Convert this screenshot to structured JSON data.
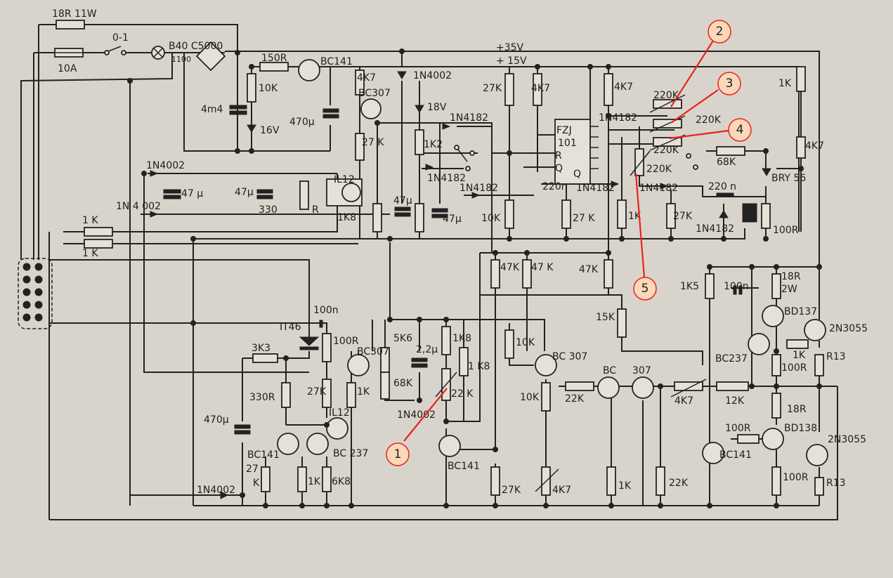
{
  "labels": {
    "r_18r_11w": "18R 11W",
    "sw": "0-1",
    "fuse": "10A",
    "bridge": "B40 C5000",
    "bridge2": "1100",
    "r150": "150R",
    "q_bc141_top": "BC141",
    "r10k_a": "10K",
    "c4m4": "4m4",
    "z16": "16V",
    "c470u_a": "470µ",
    "r4k7_a": "4K7",
    "q_bc307_a": "BC307",
    "r27k_a": "27 K",
    "d1n4002_a": "1N4002",
    "z18": "18V",
    "d1n4182_a": "1N4182",
    "r1k2": "1K2",
    "d1n4182_b": "1N4182",
    "d1n4182_c": "1N4182",
    "c47u_b": "47µ",
    "c47u_c": "47µ",
    "r1k8_a": "1K8",
    "v35": "+35V",
    "v15": "+ 15V",
    "r27k_b": "27K",
    "r4k7_b": "4K7",
    "ic_name": "FZJ",
    "ic_num": "101",
    "ic_r": "R",
    "ic_q": "Q",
    "ic_qbar": "Q",
    "r4k7_c": "4K7",
    "d1n4182_d": "1N4182",
    "r220k_a": "220K",
    "r220k_b": "220K",
    "r220k_c": "220K",
    "r220k_d": "220K",
    "r1k_a": "1K",
    "r4k7_d": "4K7",
    "r68k": "68K",
    "bry": "BRY 56",
    "c220n_a": "220n",
    "d1n4182_e": "1N4182",
    "d1n4182_f": "1N4182",
    "c220n_b": "220 n",
    "r10k_b": "10K",
    "r27k_c": "27 K",
    "r1k_b": "1K",
    "r27k_d": "27K",
    "d1n4182_g": "1N4182",
    "r100r_a": "100R",
    "d1n4002_b": "1N4002",
    "c47u_a": "47 µ",
    "d1n4002_c": "1N 4 002",
    "c47u_d": "47µ",
    "r330": "330",
    "r_r": "R",
    "opto_a": "IL12",
    "r1k_c": "1 K",
    "r1k_d": "1 K",
    "r47k_a": "47K",
    "r47k_b": "47 K",
    "r47k_c": "47K",
    "r1k5": "1K5",
    "c100n_a": "100n",
    "r18r_2w": "18R",
    "r2w": "2W",
    "q_bd137": "BD137",
    "q_2n3055_a": "2N3055",
    "r15k": "15K",
    "triac": "IT46",
    "c100n_b": "100n",
    "r100r_b": "100R",
    "r3k3": "3K3",
    "q_bc307_b": "BC307",
    "r5k6": "5K6",
    "c2u2": "2,2µ",
    "r1k8_b": "1K8",
    "r1k8_c": "1 K8",
    "r10k_c": "10K",
    "q_bc307_c": "BC 307",
    "q_bc237_a": "BC237",
    "r1k_e": "1K",
    "r100r_c": "100R",
    "r13_a": "R13",
    "r330r": "330R",
    "r27k_e": "27K",
    "r1k_f": "1K",
    "r68k_b": "68K",
    "p22k": "22 K",
    "d1n4002_d": "1N4002",
    "r10k_d": "10K",
    "r22k_a": "22K",
    "q_bc_d": "BC",
    "q_307_d": "307",
    "p4k7_a": "4K7",
    "r12k": "12K",
    "r18r_b": "18R",
    "r100r_d": "100R",
    "q_bd138": "BD138",
    "q_2n3055_b": "2N3055",
    "c470u_b": "470µ",
    "q_bc141_a": "BC141",
    "q_bc237_b": "BC 237",
    "opto_b": "IL12",
    "r27_f": "27",
    "r_k": "K",
    "r1k_g": "1K",
    "r6k8": "6K8",
    "d1n4002_e": "1N4002",
    "q_bc141_b": "BC141",
    "r27k_g": "27K",
    "p4k7_b": "4K7",
    "r1k_h": "1K",
    "r22k_b": "22K",
    "q_bc141_c": "BC141",
    "r100r_e": "100R",
    "r13_b": "R13"
  },
  "callouts": [
    "1",
    "2",
    "3",
    "4",
    "5"
  ],
  "colors": {
    "callout": "#e8231f",
    "callout_fill": "#fbd8b8",
    "ink": "#222222",
    "paper": "#d9d4cb"
  }
}
